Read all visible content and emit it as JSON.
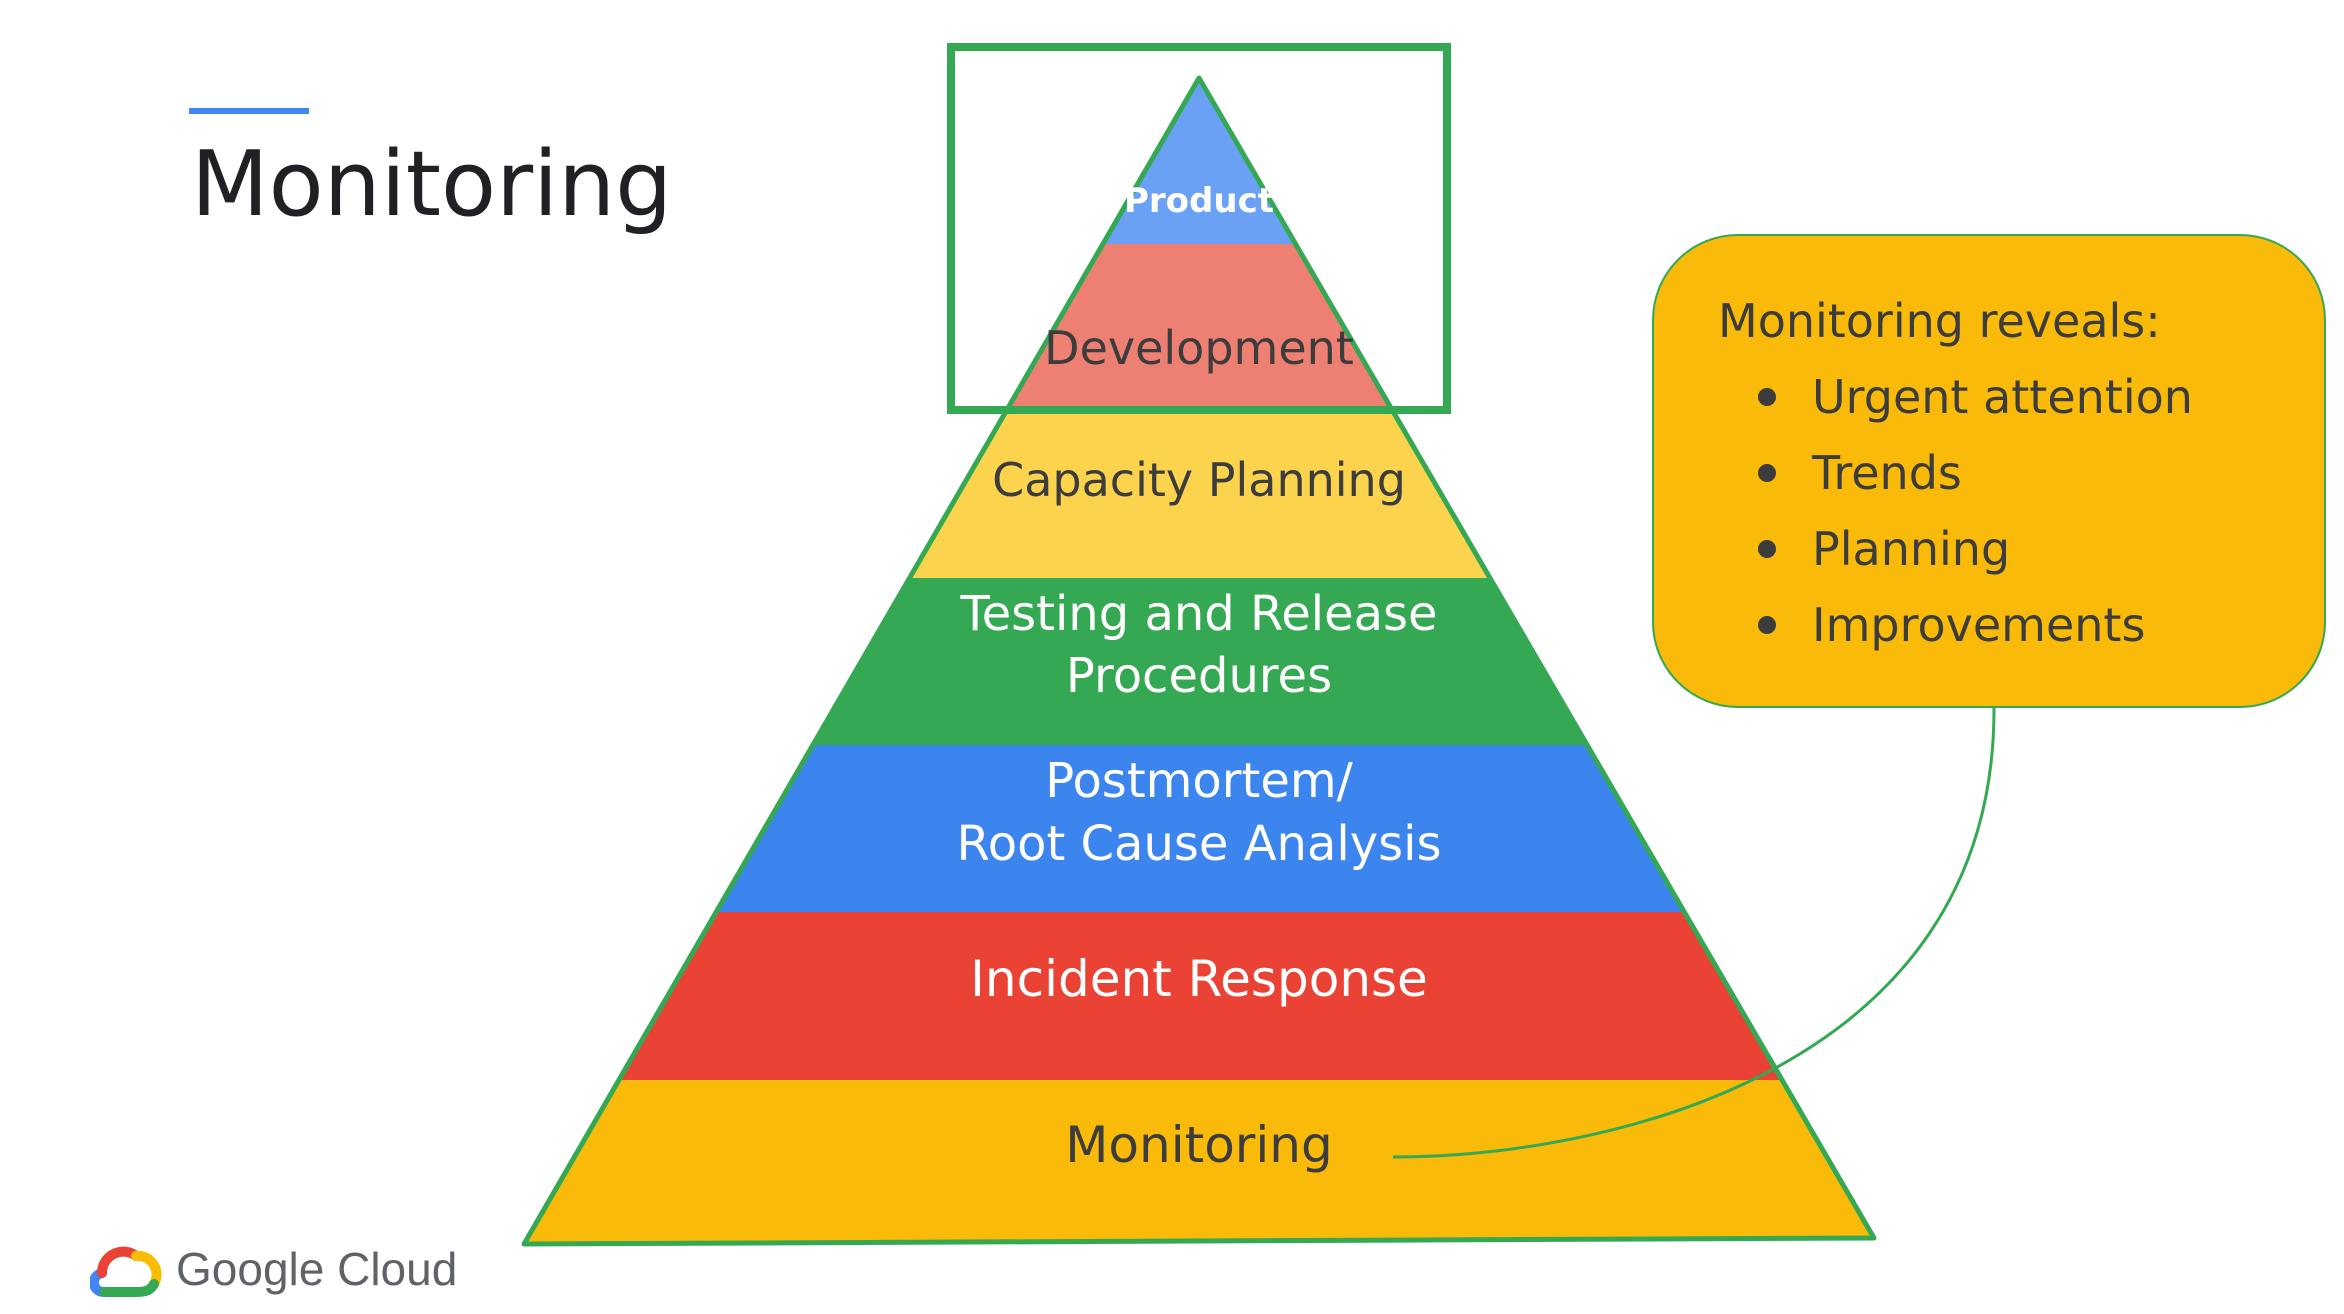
{
  "slide": {
    "title": "Monitoring",
    "brand": "Google Cloud"
  },
  "pyramid": {
    "levels": [
      {
        "lines": [
          "Product"
        ],
        "color": "#6BA1F5",
        "text_color": "#ffffff",
        "weight": "bold"
      },
      {
        "lines": [
          "Development"
        ],
        "color": "#EE8073",
        "text_color": "#3c3c3c",
        "weight": "normal"
      },
      {
        "lines": [
          "Capacity Planning"
        ],
        "color": "#FBD34D",
        "text_color": "#3c3c3c",
        "weight": "normal"
      },
      {
        "lines": [
          "Testing and Release",
          "Procedures"
        ],
        "color": "#34A853",
        "text_color": "#ffffff",
        "weight": "normal"
      },
      {
        "lines": [
          "Postmortem/",
          "Root Cause Analysis"
        ],
        "color": "#3D85EE",
        "text_color": "#ffffff",
        "weight": "normal"
      },
      {
        "lines": [
          "Incident Response"
        ],
        "color": "#EA4335",
        "text_color": "#ffffff",
        "weight": "normal"
      },
      {
        "lines": [
          "Monitoring"
        ],
        "color": "#F9BA09",
        "text_color": "#3c3c3c",
        "weight": "normal"
      }
    ],
    "outline_color": "#34A853"
  },
  "callout": {
    "heading": "Monitoring reveals:",
    "items": [
      "Urgent attention",
      "Trends",
      "Planning",
      "Improvements"
    ],
    "color": "#F9BA09"
  },
  "highlight": {
    "color": "#34A853",
    "targets": [
      "Product",
      "Development"
    ]
  }
}
